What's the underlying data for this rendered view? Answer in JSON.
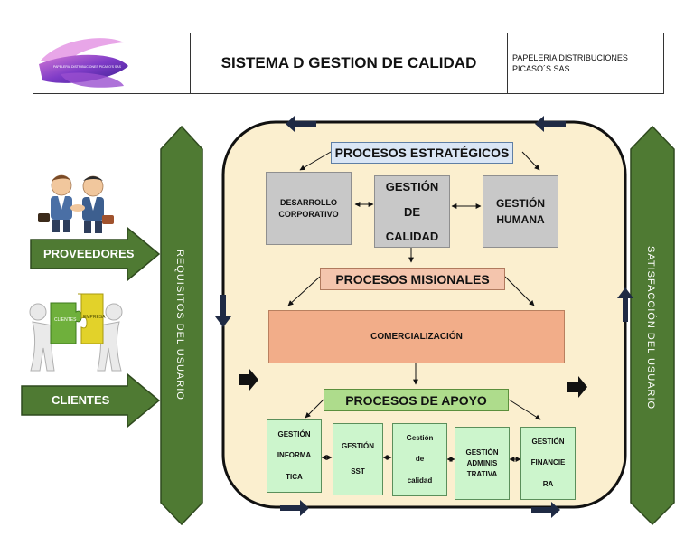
{
  "header": {
    "logo_text": "PAPELERIA DISTRIBUCIONES PICASO'S SAS",
    "title": "SISTEMA D GESTION DE CALIDAD",
    "company_line1": "PAPELERIA DISTRIBUCIONES",
    "company_line2": "PICASO´S  SAS"
  },
  "left": {
    "providers_label": "PROVEEDORES",
    "clients_label": "CLIENTES",
    "puzzle_word1": "CLIENTES",
    "puzzle_word2": "EMPRESA",
    "requirements_label": "REQUISITOS DEL USUARIO"
  },
  "right": {
    "satisfaction_label": "SATISFACCIÓN DEL USUARIO"
  },
  "strategic": {
    "title": "PROCESOS ESTRATÉGICOS",
    "desarrollo_l1": "DESARROLLO",
    "desarrollo_l2": "CORPORATIVO",
    "calidad_l1": "GESTIÓN",
    "calidad_l2": "DE",
    "calidad_l3": "CALIDAD",
    "humana_l1": "GESTIÓN",
    "humana_l2": "HUMANA"
  },
  "missional": {
    "title": "PROCESOS MISIONALES",
    "comercializacion": "COMERCIALIZACIÓN"
  },
  "support": {
    "title": "PROCESOS DE APOYO",
    "informatica_l1": "GESTIÓN",
    "informatica_l2": "INFORMA",
    "informatica_l3": "TICA",
    "sst_l1": "GESTIÓN",
    "sst_l2": "SST",
    "calidad_l1": "Gestión",
    "calidad_l2": "de",
    "calidad_l3": "calidad",
    "admin_l1": "GESTIÓN",
    "admin_l2": "ADMINIS",
    "admin_l3": "TRATIVA",
    "financiera_l1": "GESTIÓN",
    "financiera_l2": "FINANCIE",
    "financiera_l3": "RA"
  },
  "colors": {
    "dark_green": "#4f7a33",
    "panel": "#fbefcf",
    "strategic_header": "#dae6f5",
    "missional_header": "#f4c5ad",
    "comercializacion": "#f2ad89",
    "support_header": "#aedc8c",
    "support_box": "#ccf5cc",
    "gray_box": "#c8c8c8",
    "navy_arrow": "#1f2a44"
  }
}
